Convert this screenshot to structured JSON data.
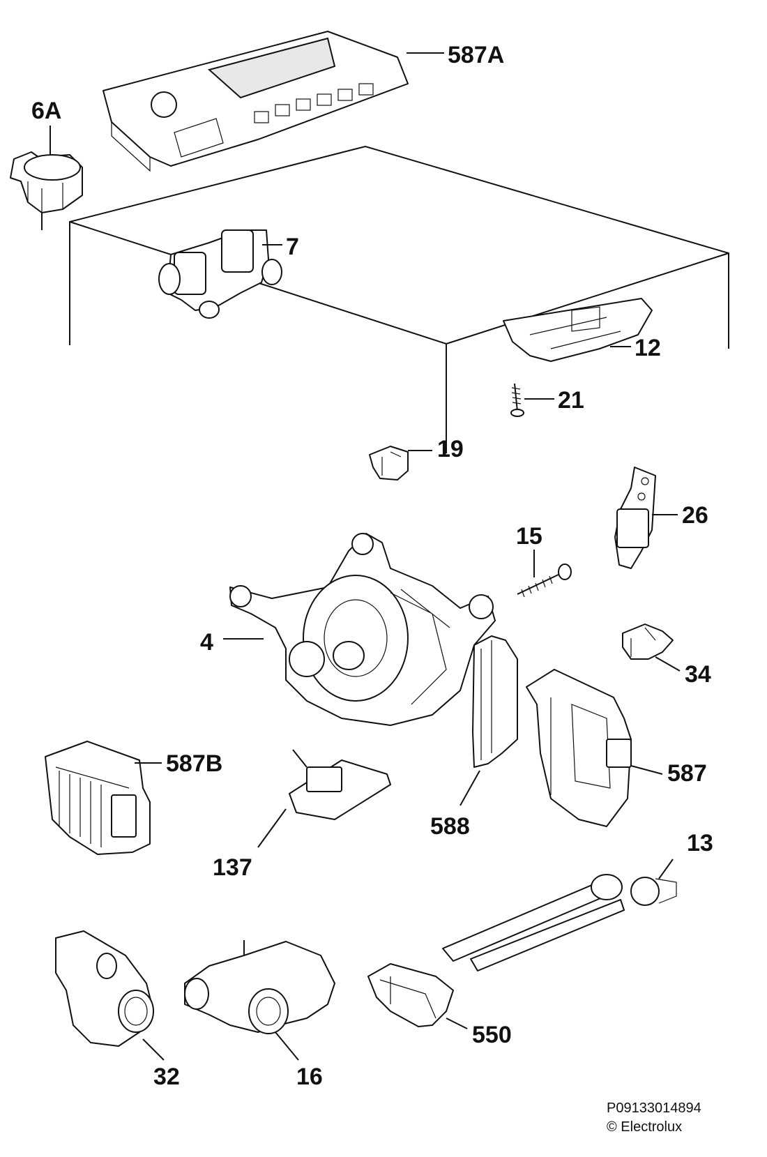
{
  "labels": {
    "p587A": "587A",
    "p6A": "6A",
    "p7": "7",
    "p12": "12",
    "p21": "21",
    "p19": "19",
    "p26": "26",
    "p15": "15",
    "p4": "4",
    "p34": "34",
    "p587B": "587B",
    "p587": "587",
    "p588": "588",
    "p137": "137",
    "p13": "13",
    "p32": "32",
    "p16": "16",
    "p550": "550"
  },
  "footer": {
    "reference": "P09133014894",
    "copyright": "© Electrolux"
  }
}
